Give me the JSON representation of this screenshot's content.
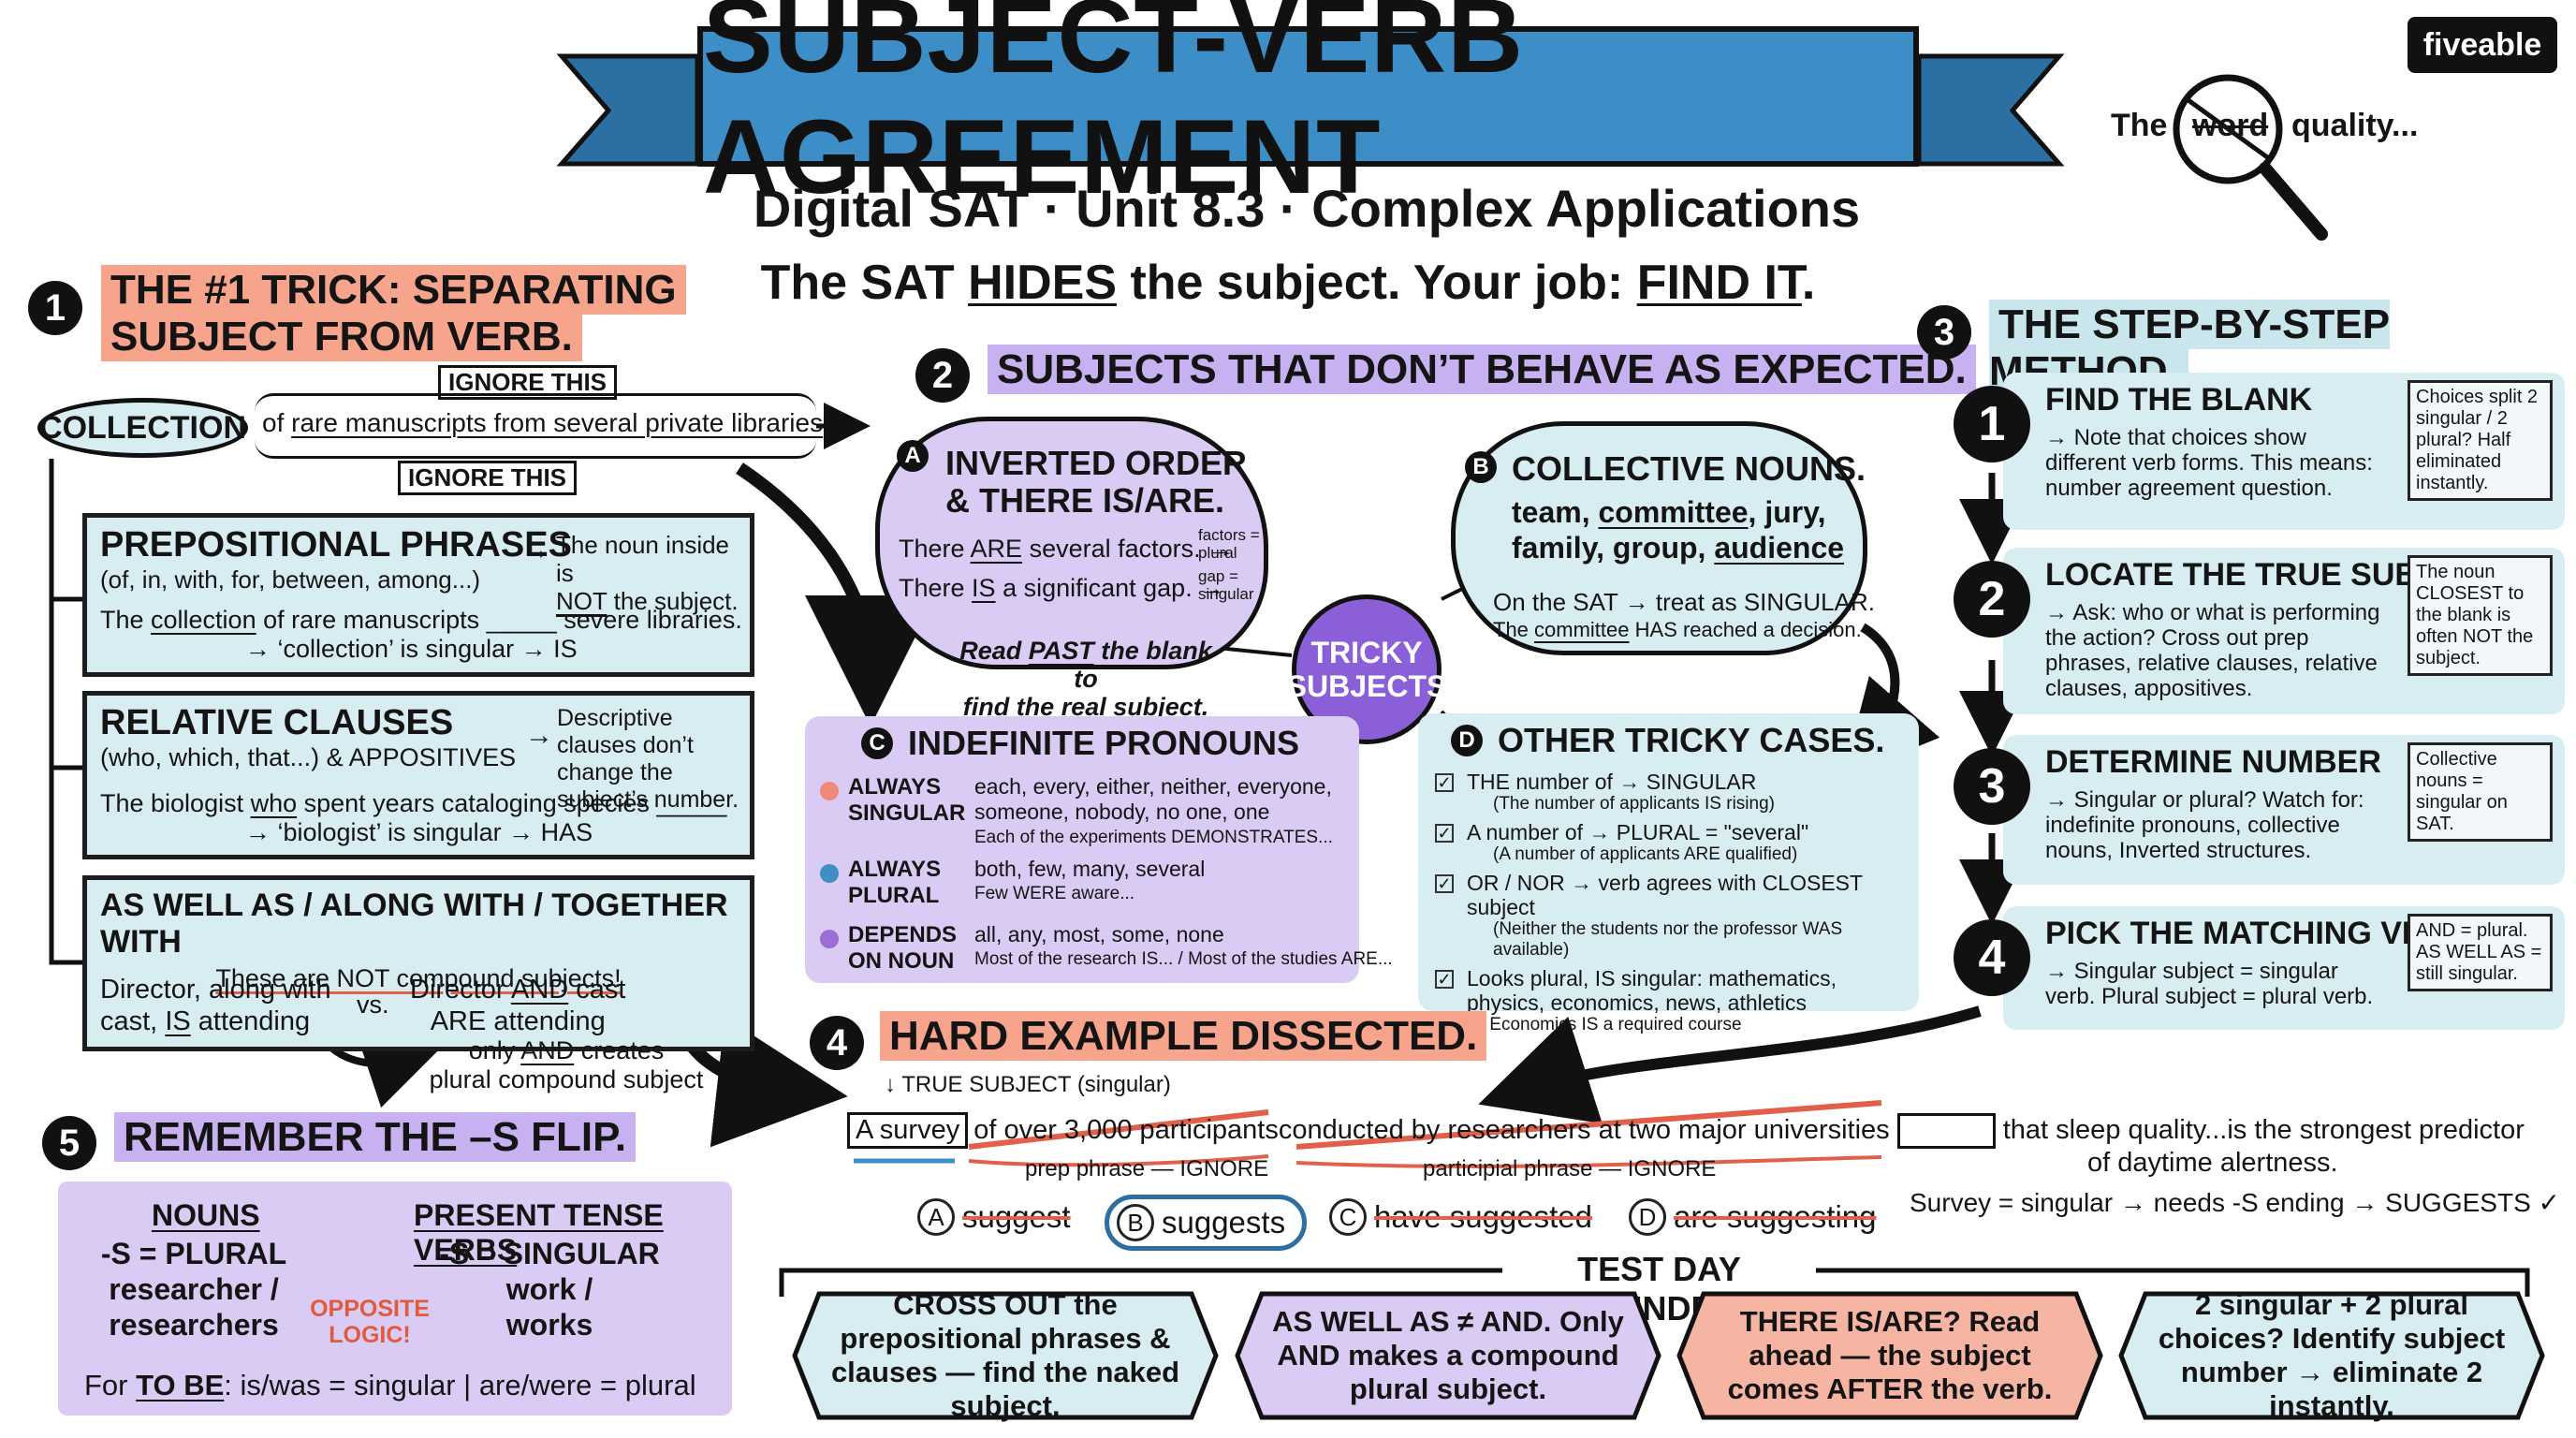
{
  "brand": "fiveable",
  "header": {
    "title": "SUBJECT-VERB AGREEMENT",
    "subtitle": "Digital SAT · Unit 8.3 · Complex Applications",
    "tagline_a": "The SAT ",
    "tagline_hides": "HIDES",
    "tagline_b": " the subject. Your job: ",
    "tagline_find": "FIND IT",
    "tagline_c": "."
  },
  "magnifier": {
    "pre": "The",
    "word": "word",
    "post": "quality..."
  },
  "section1": {
    "num": "1",
    "title_l1": "THE #1 TRICK: SEPARATING",
    "title_l2": "SUBJECT FROM VERB.",
    "ignore_top": "IGNORE THIS",
    "ignore_bottom": "IGNORE THIS",
    "collection": "COLLECTION",
    "phrase_a": "of ",
    "phrase_b": "rare manuscripts from several private libraries",
    "prep": {
      "title": "PREPOSITIONAL PHRASES",
      "sub": "(of, in, with, for, between, among...)",
      "note_a": "The noun inside is",
      "note_not": "NOT",
      "note_b": " the subject.",
      "ex_a": "The ",
      "ex_collection": "collection",
      "ex_b": " of rare manuscripts _____ severe libraries.",
      "ex_2": "→ ‘collection’ is singular → IS"
    },
    "rel": {
      "title": "RELATIVE CLAUSES",
      "sub": "(who, which, that...) & APPOSITIVES",
      "note": "Descriptive clauses don’t change the subject’s number.",
      "ex_a": "The biologist ",
      "ex_who": "who",
      "ex_b": " spent years cataloging species _____",
      "ex_2": "→ ‘biologist’ is singular → HAS"
    },
    "aswell": {
      "title": "AS WELL AS / ALONG WITH / TOGETHER WITH",
      "warn": "These are NOT compound subjects!",
      "left_l1": "Director, along with",
      "left_l2a": "cast, ",
      "left_is": "IS",
      "left_l2b": " attending",
      "vs": "vs.",
      "right_l1a": "Director ",
      "right_and": "AND",
      "right_l1b": " cast",
      "right_l2": "ARE attending",
      "note_a": "only ",
      "note_and": "AND",
      "note_b": " creates",
      "note_l2": "plural compound subject"
    }
  },
  "section2": {
    "num": "2",
    "title": "SUBJECTS THAT DON’T BEHAVE AS EXPECTED.",
    "center": "TRICKY SUBJECTS",
    "A": {
      "letter": "A",
      "title_l1": "INVERTED ORDER",
      "title_l2": "& THERE IS/ARE.",
      "ex1_a": "There ",
      "ex1_are": "ARE",
      "ex1_b": " several factors. →",
      "ex1_note": "factors = plural",
      "ex2_a": "There ",
      "ex2_is": "IS",
      "ex2_b": " a significant gap. →",
      "ex2_note": "gap = singular",
      "tip_a": "Read ",
      "tip_past": "PAST",
      "tip_b": " the blank to",
      "tip_l2": "find the real subject."
    },
    "B": {
      "letter": "B",
      "title": "COLLECTIVE NOUNS.",
      "l1_a": "team, ",
      "l1_committee": "committee",
      "l1_b": ", jury,",
      "l2_a": "family, group, ",
      "l2_audience": "audience",
      "rule": "On the SAT → treat as SINGULAR.",
      "ex_a": "The ",
      "ex_committee": "committee",
      "ex_b": " HAS reached a decision."
    },
    "C": {
      "letter": "C",
      "title": "INDEFINITE PRONOUNS",
      "rows": [
        {
          "label_l1": "ALWAYS",
          "label_l2": "SINGULAR",
          "dot": "#ef8a78",
          "words": "each, every, either, neither, everyone, someone, nobody, no one, one",
          "ex": "Each of the experiments DEMONSTRATES..."
        },
        {
          "label_l1": "ALWAYS",
          "label_l2": "PLURAL",
          "dot": "#3f8fc4",
          "words": "both, few, many, several",
          "ex": "Few WERE aware..."
        },
        {
          "label_l1": "DEPENDS",
          "label_l2": "ON NOUN",
          "dot": "#9a6ed6",
          "words": "all, any, most, some, none",
          "ex": "Most of the research IS... / Most of the studies ARE..."
        }
      ]
    },
    "D": {
      "letter": "D",
      "title": "OTHER TRICKY CASES.",
      "items": [
        {
          "main": "THE number of → SINGULAR",
          "ex": "(The number of applicants IS rising)"
        },
        {
          "main": "A number of → PLURAL = \"several\"",
          "ex": "(A number of applicants ARE qualified)"
        },
        {
          "main": "OR / NOR → verb agrees with CLOSEST subject",
          "ex": "(Neither the students nor the professor WAS available)"
        },
        {
          "main": "Looks plural, IS singular: mathematics, physics, economics, news, athletics",
          "ex": "→ Economics IS a required course"
        }
      ]
    }
  },
  "section3": {
    "num": "3",
    "title": "THE STEP-BY-STEP METHOD.",
    "steps": [
      {
        "n": "1",
        "title": "FIND THE BLANK",
        "body": "→ Note that choices show different verb forms. This means: number agreement question.",
        "note": "Choices split 2 singular / 2 plural? Half eliminated instantly."
      },
      {
        "n": "2",
        "title": "LOCATE THE TRUE SUBJECT",
        "body": "→ Ask: who or what is performing the action? Cross out prep phrases, relative clauses, relative clauses, appositives.",
        "note": "The noun CLOSEST to the blank is often NOT the subject."
      },
      {
        "n": "3",
        "title": "DETERMINE NUMBER",
        "body": "→ Singular or plural? Watch for: indefinite pronouns, collective nouns, Inverted structures.",
        "note": "Collective nouns = singular on SAT."
      },
      {
        "n": "4",
        "title": "PICK THE MATCHING VERB",
        "body": "→ Singular subject = singular verb. Plural subject = plural verb.",
        "note": "AND = plural. AS WELL AS = still singular."
      }
    ]
  },
  "section4": {
    "num": "4",
    "title": "HARD EXAMPLE DISSECTED.",
    "true_subject": "↓ TRUE SUBJECT (singular)",
    "subject": "A survey",
    "prep": "of over 3,000 participants",
    "mid": " conducted by researchers at two major universities",
    "rest": "that sleep quality...is the strongest predictor",
    "rest_l2": "of daytime alertness.",
    "label_prep": "prep phrase — IGNORE",
    "label_part": "participial phrase — IGNORE",
    "result": "Survey = singular → needs -S ending → SUGGESTS ✓",
    "options": [
      {
        "letter": "A",
        "text": "suggest"
      },
      {
        "letter": "B",
        "text": "suggests"
      },
      {
        "letter": "C",
        "text": "have suggested"
      },
      {
        "letter": "D",
        "text": "are suggesting"
      }
    ]
  },
  "section5": {
    "num": "5",
    "title": "REMEMBER THE –S FLIP.",
    "nouns_h": "NOUNS",
    "nouns_1": "-S = PLURAL",
    "nouns_2": "researcher /",
    "nouns_3": "researchers",
    "verbs_h": "PRESENT TENSE VERBS",
    "verbs_1": "-S = SINGULAR",
    "verbs_2": "work /",
    "verbs_3": "works",
    "opposite": "OPPOSITE LOGIC!",
    "tobe_a": "For ",
    "tobe_u": "TO BE",
    "tobe_b": ": is/was = singular | are/were = plural"
  },
  "reminders": {
    "title": "TEST DAY REMINDERS",
    "cards": [
      {
        "text": "CROSS OUT the prepositional phrases & clauses — find the naked subject.",
        "color": "#d8edf1"
      },
      {
        "text": "AS WELL AS ≠ AND. Only AND makes a compound plural subject.",
        "color": "#d9cbf3"
      },
      {
        "text": "THERE IS/ARE? Read ahead — the subject comes AFTER the verb.",
        "color": "#f6b4a3"
      },
      {
        "text": "2 singular + 2 plural choices? Identify subject number → eliminate 2 instantly.",
        "color": "#d8edf1"
      }
    ]
  },
  "colors": {
    "banner": "#3d8dc7",
    "red_highlight": "#f7a48c",
    "purple_highlight": "#c7b1f0",
    "teal_box": "#d8edf1",
    "lavender_box": "#d9cbf3"
  }
}
